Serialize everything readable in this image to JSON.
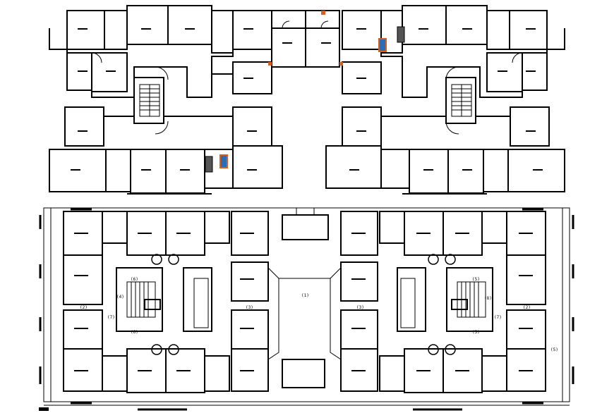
{
  "drawing": {
    "colors": {
      "wall": "#000000",
      "paper": "#ffffff",
      "accent_orange": "#d9601c",
      "accent_blue": "#2a6fb5",
      "accent_gray": "#555555"
    },
    "callouts": {
      "n1": "(1)",
      "n2": "(2)",
      "n3": "(3)",
      "n4": "(4)",
      "n5": "(5)",
      "n6": "(6)",
      "n7": "(7)",
      "n8": "(8)"
    }
  }
}
